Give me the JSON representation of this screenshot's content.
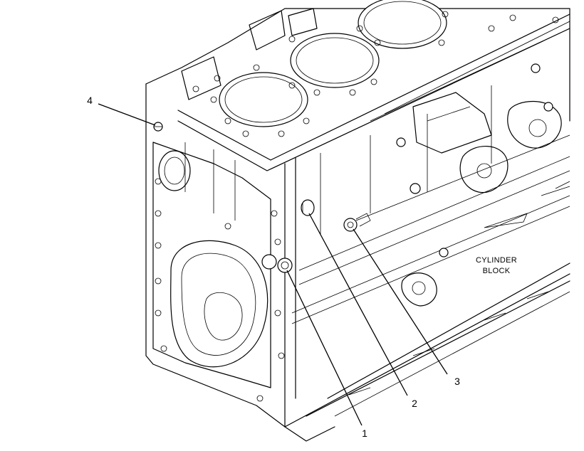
{
  "diagram": {
    "block_label_line1": "CYLINDER",
    "block_label_line2": "BLOCK",
    "callouts": [
      {
        "id": "1",
        "text": "1"
      },
      {
        "id": "2",
        "text": "2"
      },
      {
        "id": "3",
        "text": "3"
      },
      {
        "id": "4",
        "text": "4"
      }
    ]
  }
}
